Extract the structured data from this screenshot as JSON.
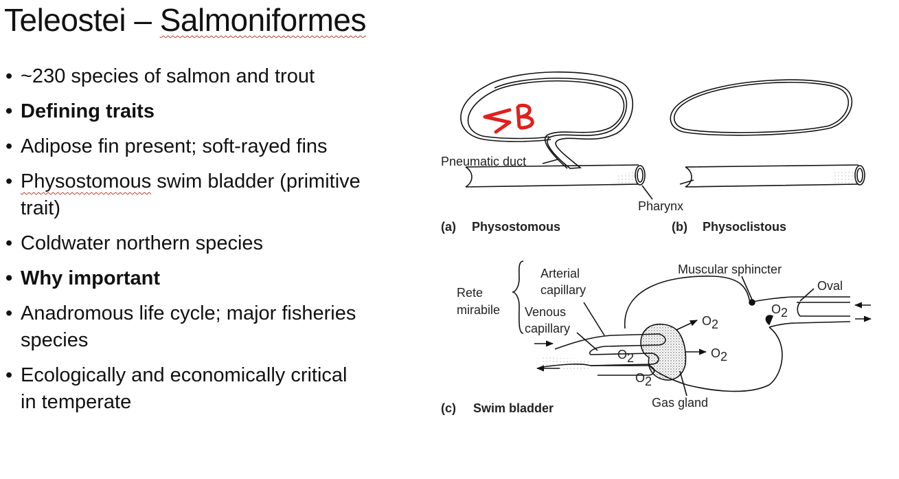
{
  "slide": {
    "title_prefix": "Teleostei – ",
    "title_main": "Salmoniformes",
    "bullets": [
      {
        "text": "~230 species of salmon and trout",
        "bold": false
      },
      {
        "text": "Defining traits",
        "bold": true
      },
      {
        "text": "Adipose fin present; soft-rayed fins",
        "bold": false
      },
      {
        "text": "swim bladder (primitive trait)",
        "bold": false,
        "emph": "Physostomous"
      },
      {
        "text": "Coldwater northern species",
        "bold": false
      },
      {
        "text": "Why important",
        "bold": true
      },
      {
        "text": "Anadromous life cycle; major fisheries species",
        "bold": false
      },
      {
        "text": "Ecologically and economically critical in temperate",
        "bold": false
      }
    ]
  },
  "figure": {
    "annotation": "SB",
    "annotation_color": "#e0201b",
    "labels": {
      "pneumatic_duct": "Pneumatic duct",
      "pharynx": "Pharynx",
      "a_letter": "(a)",
      "a_title": "Physostomous",
      "b_letter": "(b)",
      "b_title": "Physoclistous",
      "arterial_1": "Arterial",
      "arterial_2": "capillary",
      "rete_1": "Rete",
      "rete_2": "mirabile",
      "venous_1": "Venous",
      "venous_2": "capillary",
      "muscular_sphincter": "Muscular sphincter",
      "oval": "Oval",
      "o2": "O",
      "o2_sub": "2",
      "gas_gland": "Gas gland",
      "c_letter": "(c)",
      "c_title": "Swim bladder"
    }
  }
}
